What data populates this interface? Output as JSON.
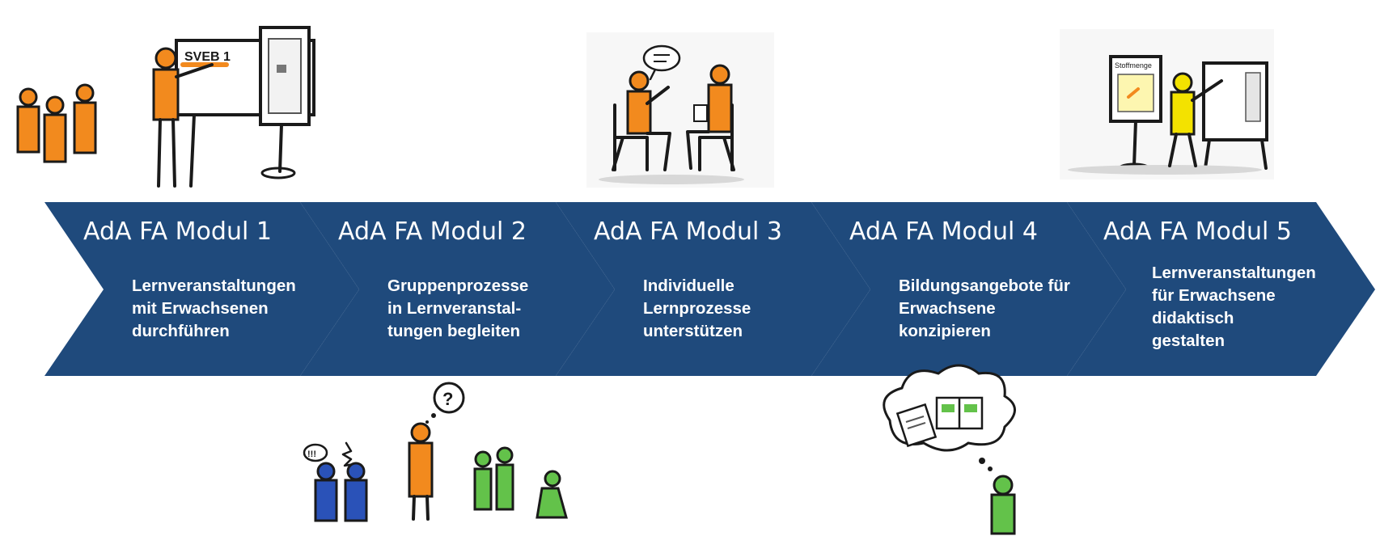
{
  "colors": {
    "chevron": "#1f4a7c",
    "text": "#ffffff",
    "figure_orange": "#f28a1e",
    "figure_blue": "#2a52b8",
    "figure_green": "#63c24a",
    "figure_yellow": "#f3e200"
  },
  "modules": [
    {
      "title": "AdA FA Modul 1",
      "lines": [
        "Lernveranstaltungen",
        "mit Erwachsenen",
        "durchführen"
      ]
    },
    {
      "title": "AdA FA Modul 2",
      "lines": [
        "Gruppenprozesse",
        "in Lernveranstal-",
        "tungen begleiten"
      ]
    },
    {
      "title": "AdA FA Modul 3",
      "lines": [
        "Individuelle",
        "Lernprozesse",
        "unterstützen"
      ]
    },
    {
      "title": "AdA FA Modul 4",
      "lines": [
        "Bildungsangebote für",
        "Erwachsene",
        "konzipieren"
      ]
    },
    {
      "title": "AdA FA Modul 5",
      "lines": [
        "Lernveranstaltungen",
        "für Erwachsene",
        "didaktisch",
        "gestalten"
      ]
    }
  ],
  "illustrations": {
    "module1_board_text": "SVEB 1",
    "module4_poster_text": "Stoffmenge"
  }
}
